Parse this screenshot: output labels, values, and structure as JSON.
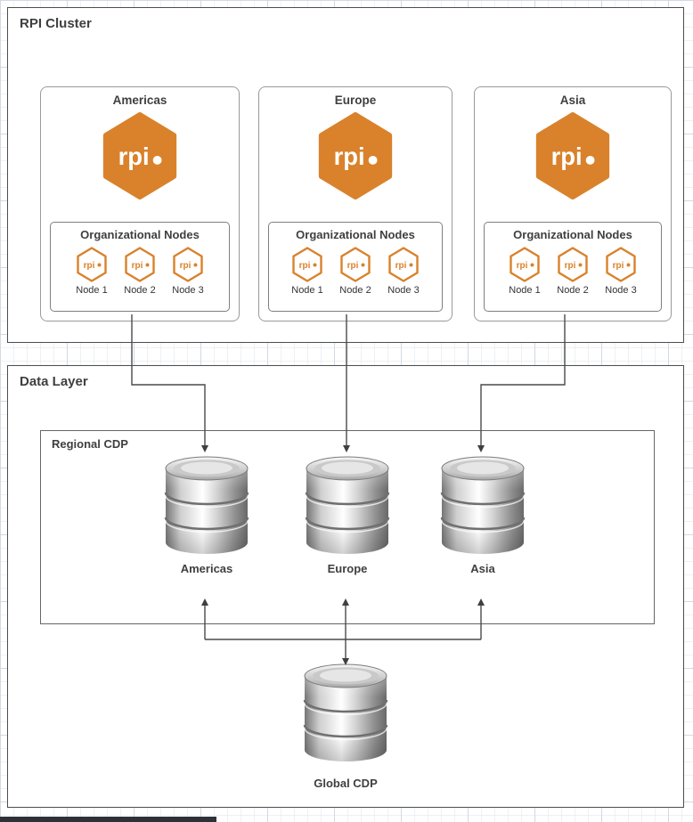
{
  "colors": {
    "accent_orange": "#D9822B",
    "connector": "#4A4A4A",
    "text_primary": "#3F3F3F",
    "frame_border": "#4D4D4D",
    "region_border": "#9A9A9A"
  },
  "rpi_cluster": {
    "title": "RPI Cluster",
    "logo_text": "rpi",
    "regions": [
      {
        "name": "Americas",
        "org_nodes_title": "Organizational Nodes",
        "nodes": [
          {
            "label": "Node 1"
          },
          {
            "label": "Node 2"
          },
          {
            "label": "Node 3"
          }
        ]
      },
      {
        "name": "Europe",
        "org_nodes_title": "Organizational Nodes",
        "nodes": [
          {
            "label": "Node 1"
          },
          {
            "label": "Node 2"
          },
          {
            "label": "Node 3"
          }
        ]
      },
      {
        "name": "Asia",
        "org_nodes_title": "Organizational Nodes",
        "nodes": [
          {
            "label": "Node 1"
          },
          {
            "label": "Node 2"
          },
          {
            "label": "Node 3"
          }
        ]
      }
    ]
  },
  "data_layer": {
    "title": "Data Layer",
    "regional_cdp": {
      "title": "Regional CDP",
      "databases": [
        {
          "label": "Americas"
        },
        {
          "label": "Europe"
        },
        {
          "label": "Asia"
        }
      ]
    },
    "global_cdp": {
      "label": "Global CDP"
    }
  }
}
